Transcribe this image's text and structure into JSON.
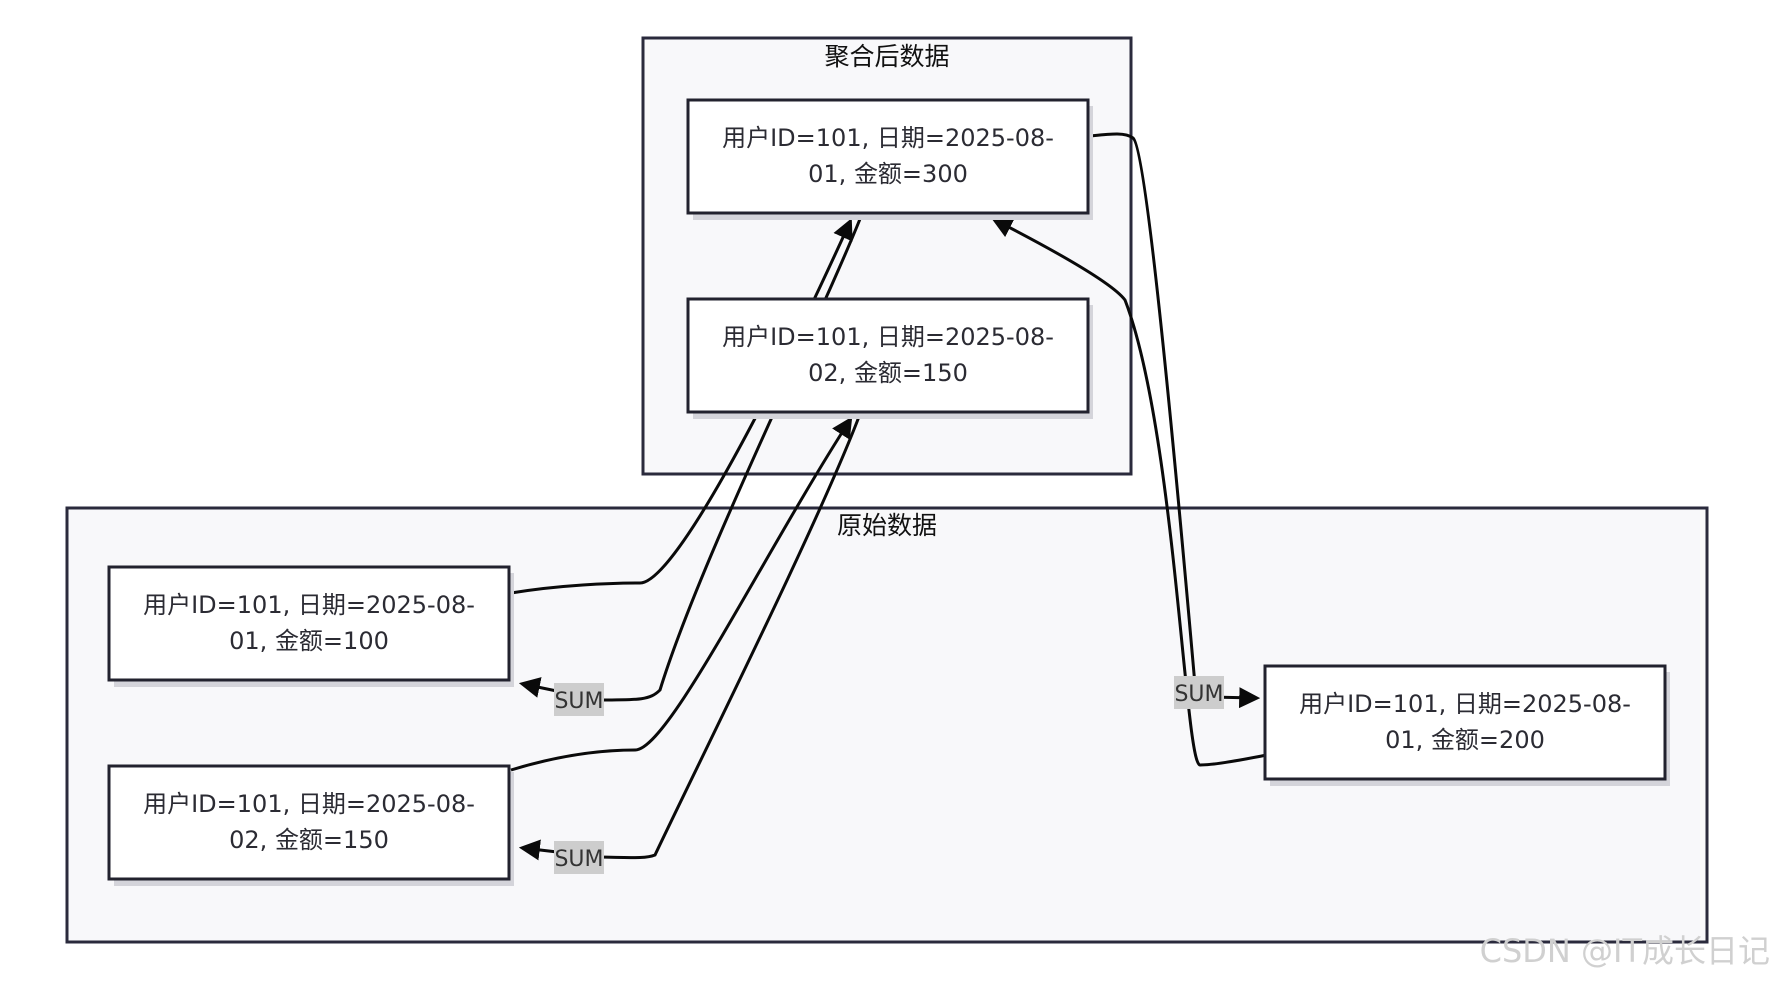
{
  "groups": {
    "aggregated": {
      "title": "聚合后数据"
    },
    "raw": {
      "title": "原始数据"
    }
  },
  "nodes": {
    "agg1": {
      "line1": "用户ID=101, 日期=2025-08-",
      "line2": "01, 金额=300"
    },
    "agg2": {
      "line1": "用户ID=101, 日期=2025-08-",
      "line2": "02, 金额=150"
    },
    "raw1": {
      "line1": "用户ID=101, 日期=2025-08-",
      "line2": "01, 金额=100"
    },
    "raw2": {
      "line1": "用户ID=101, 日期=2025-08-",
      "line2": "02, 金额=150"
    },
    "raw3": {
      "line1": "用户ID=101, 日期=2025-08-",
      "line2": "01, 金额=200"
    }
  },
  "edge_labels": {
    "sum1": "SUM",
    "sum2": "SUM",
    "sum3": "SUM"
  },
  "watermark": "CSDN @IT成长日记"
}
